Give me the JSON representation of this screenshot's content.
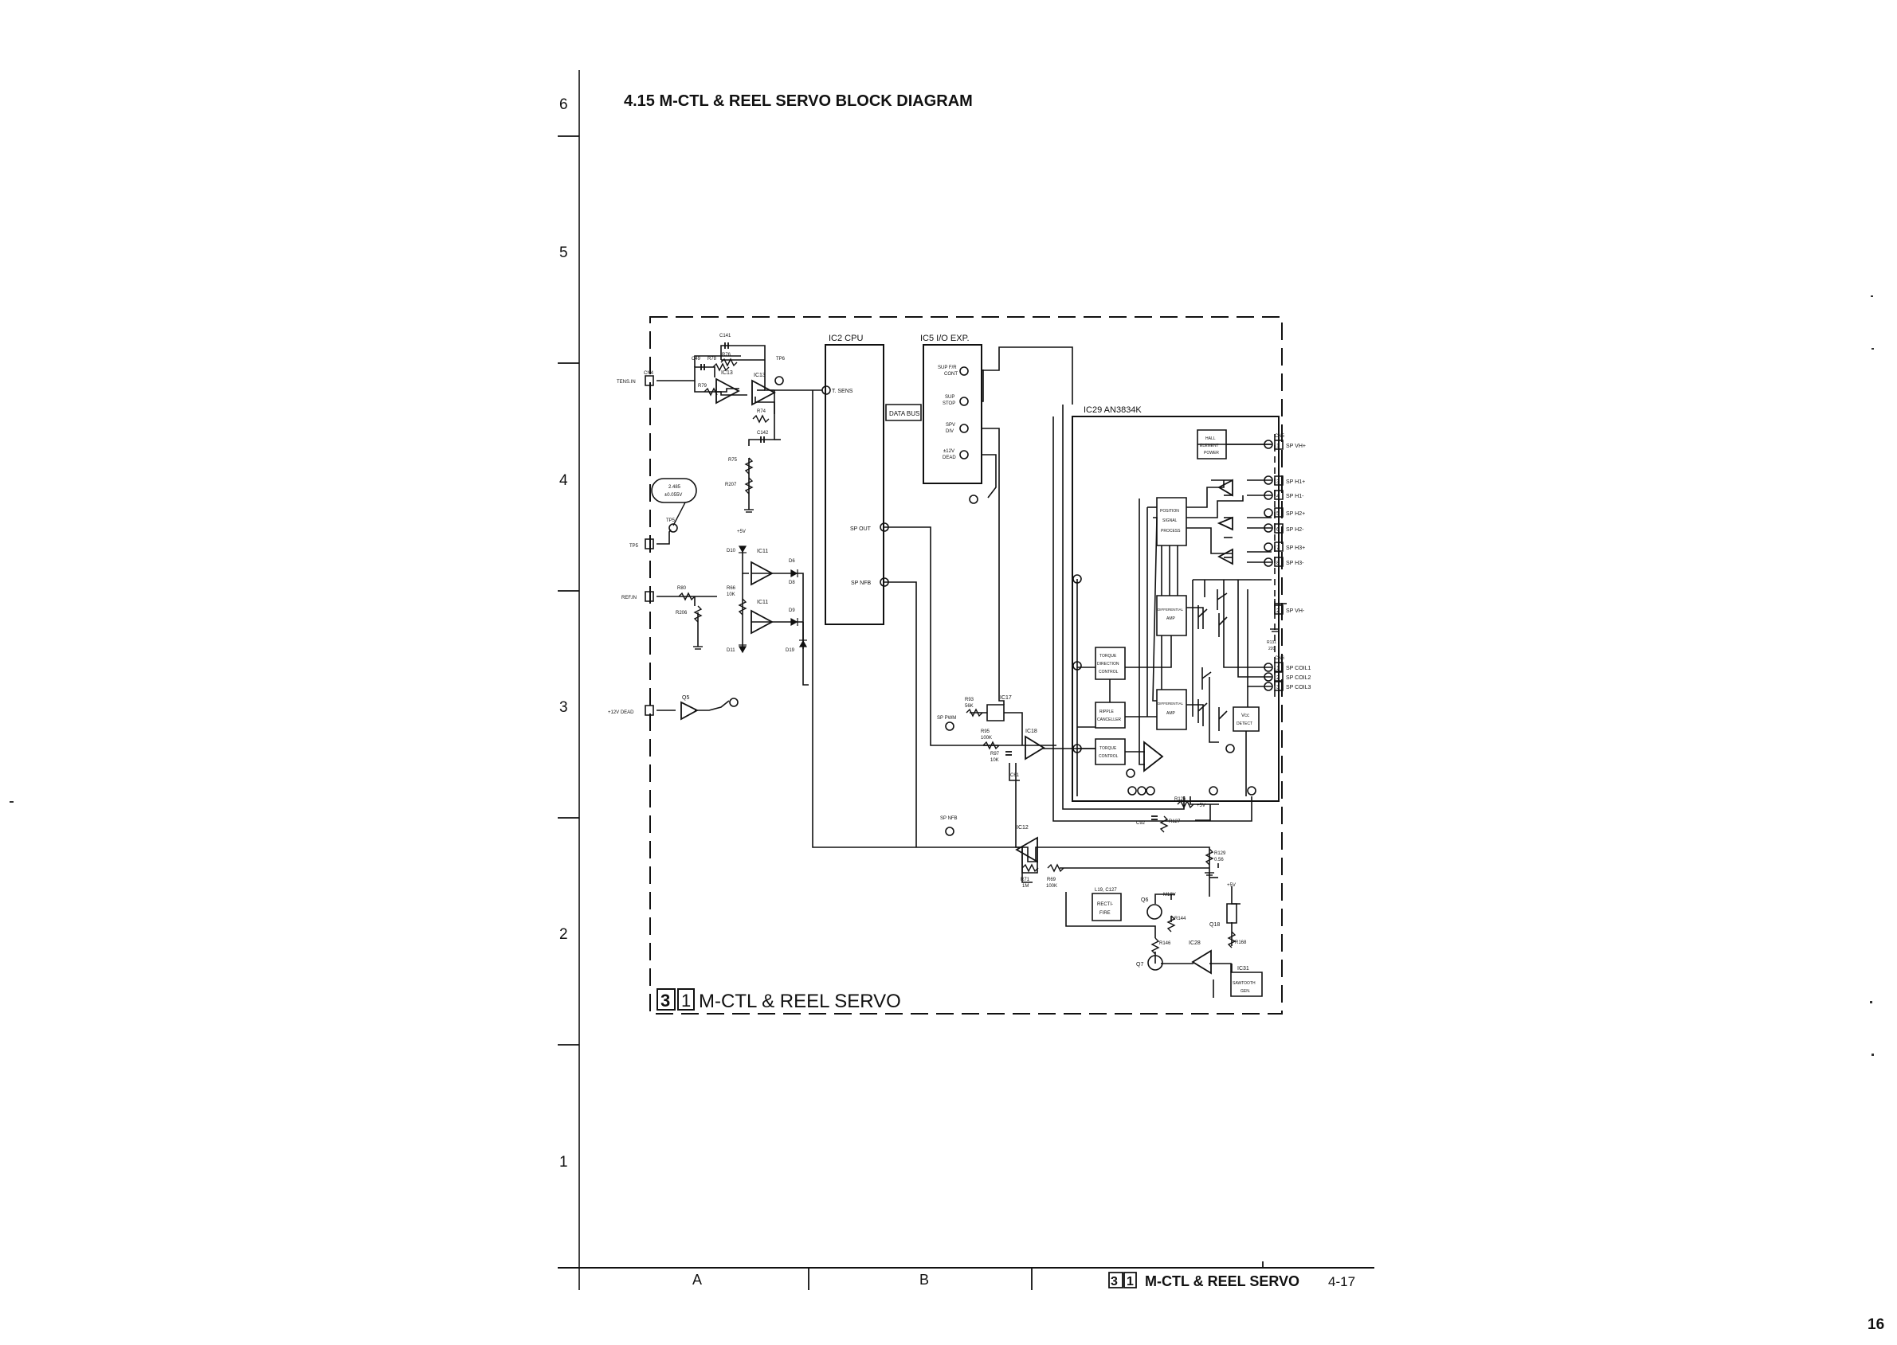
{
  "page": {
    "title": "4.15  M-CTL & REEL SERVO BLOCK DIAGRAM",
    "page_number": "16",
    "footer_section": "M-CTL & REEL SERVO",
    "footer_board_num": "3",
    "footer_board_num2": "1",
    "footer_page_ref": "4-17"
  },
  "grid": {
    "rows": [
      "6",
      "5",
      "4",
      "3",
      "2",
      "1"
    ],
    "columns": [
      "A",
      "B"
    ]
  },
  "board": {
    "label": "M-CTL & REEL SERVO",
    "num1": "3",
    "num2": "1"
  },
  "blocks": {
    "ic2_title": "IC2  CPU",
    "ic5_title": "IC5  I/O EXP.",
    "ic29_title": "IC29  AN3834K",
    "data_bus": "DATA BUS",
    "hall_power": [
      "HALL",
      "ELEMENT",
      "POWER"
    ],
    "position": [
      "POSITION",
      "SIGNAL",
      "PROCESS"
    ],
    "diff_amp1": [
      "DIFFERENTIAL",
      "AMP"
    ],
    "diff_amp2": [
      "DIFFERENTIAL",
      "AMP"
    ],
    "torque_dir": [
      "TORQUE",
      "DIRECTION",
      "CONTROL"
    ],
    "ripple": [
      "RIPPLE",
      "CANCELLER"
    ],
    "torque_ctrl": [
      "TORQUE",
      "CONTROL"
    ],
    "vcc_detect": [
      "Vcc",
      "DETECT"
    ],
    "rectifier": [
      "RECTI-",
      "FIRE"
    ],
    "sawtooth": [
      "SAWTOOTH",
      "GEN."
    ]
  },
  "ic5_pins": {
    "sup_fr": [
      "SUP F/R",
      "CONT"
    ],
    "sup_stop": [
      "SUP",
      "STOP"
    ],
    "spv_div": [
      "SPV",
      "DIV"
    ],
    "dead": [
      "±12V",
      "DEAD"
    ]
  },
  "ic2_pins": {
    "t_sens": "T. SENS",
    "sp_out": "SP OUT",
    "sp_nfb": "SP NFB"
  },
  "left_inputs": {
    "cn4": "CN4",
    "tens_in": "TENS.IN",
    "tp5": "TP5",
    "ref_in": "REF.IN",
    "dead_12v": "+12V DEAD",
    "q5": "Q5"
  },
  "voltage_note": [
    "2.485",
    "±0.055V"
  ],
  "parts": {
    "c141": "C141",
    "c49": "C49",
    "r78": "R78",
    "r76": "R76",
    "r79": "R79",
    "ic13a": "IC13",
    "ic13b": "IC13",
    "tp6": "TP6",
    "r74": "R74",
    "c142": "C142",
    "r75": "R75",
    "r207": "R207",
    "tp5_label": "TP5",
    "plus5v": "+5V",
    "d10": "D10",
    "ic11a": "IC11",
    "d6": "D6",
    "d8": "D8",
    "r66": "R66",
    "r66v": "10K",
    "ic11b": "IC11",
    "d9": "D9",
    "d11": "D11",
    "d19": "D19",
    "r80": "R80",
    "r206": "R206",
    "sp_pwm": "SP PWM",
    "r93": "R93",
    "r93v": "56K",
    "ic17": "IC17",
    "ic18": "IC18",
    "r95": "R95",
    "r95v": "100K",
    "r97": "R97",
    "r97v": "10K",
    "c61": "C61",
    "sp_nfb2": "SP NFB",
    "ic12": "IC12",
    "r71": "R71",
    "r71v": "1M",
    "r69": "R69",
    "r69v": "100K",
    "l19": "L19, C127",
    "q6": "Q6",
    "m18v": "M18V",
    "r144": "R144",
    "r146": "R146",
    "q7": "Q7",
    "ic28": "IC28",
    "q18": "Q18",
    "r168": "R168",
    "ic31": "IC31",
    "plus5v2": "+5V",
    "r126": "R126",
    "plus5v3": "+5V",
    "c92": "C92",
    "r127": "R127",
    "r129": "R129",
    "r129v": "0.56",
    "r131": "R131",
    "r131v": "220",
    "cn5": "CN5",
    "cn6": "CN6"
  },
  "connectors": {
    "cn5": [
      {
        "num": "1",
        "label": "SP VH+"
      },
      {
        "num": "3",
        "label": "SP H1+"
      },
      {
        "num": "4",
        "label": "SP H1-"
      },
      {
        "num": "5",
        "label": "SP H2+"
      },
      {
        "num": "6",
        "label": "SP H2-"
      },
      {
        "num": "7",
        "label": "SP H3+"
      },
      {
        "num": "8",
        "label": "SP H3-"
      },
      {
        "num": "2",
        "label": "SP VH-"
      }
    ],
    "cn6": [
      {
        "num": "1",
        "label": "SP COIL1"
      },
      {
        "num": "2",
        "label": "SP COIL2"
      },
      {
        "num": "3",
        "label": "SP COIL3"
      }
    ]
  },
  "colors": {
    "ink": "#111111",
    "paper": "#ffffff"
  }
}
